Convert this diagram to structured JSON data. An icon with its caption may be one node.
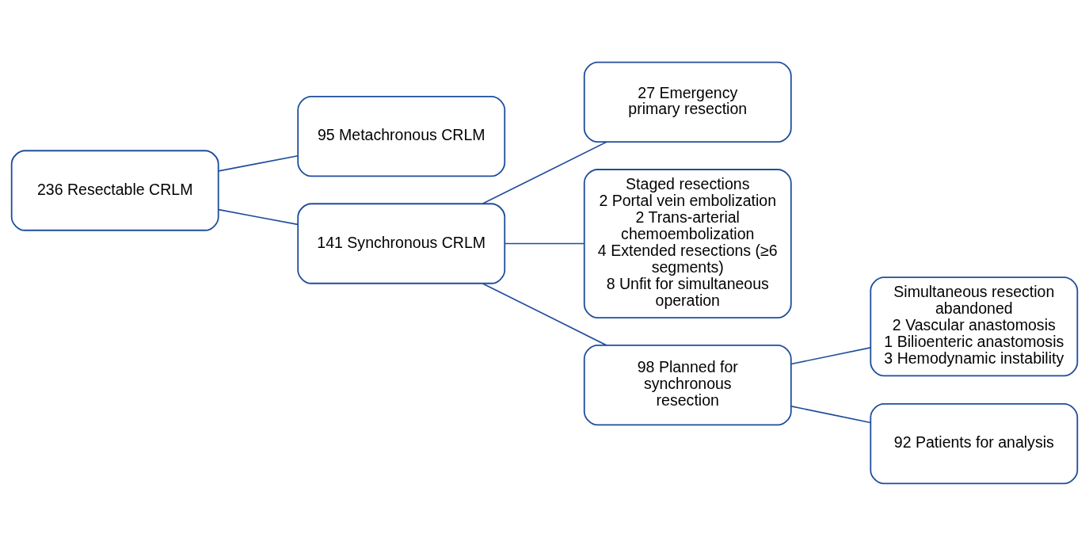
{
  "diagram": {
    "nodes": [
      {
        "text": [
          "236 Resectable CRLM"
        ]
      },
      {
        "text": [
          "95 Metachronous CRLM"
        ]
      },
      {
        "text": [
          "141 Synchronous CRLM"
        ]
      },
      {
        "text": [
          "27 Emergency primary resection"
        ]
      },
      {
        "text": [
          "Staged resections",
          "2 Portal vein embolization",
          "2 Trans-arterial chemoembolization",
          "4 Extended resections (≥6 segments)",
          "8 Unfit for simultaneous operation"
        ]
      },
      {
        "text": [
          "98 Planned for synchronous resection"
        ]
      },
      {
        "text": [
          "Simultaneous resection abandoned",
          "2 Vascular anastomosis",
          "1 Bilioenteric anastomosis",
          "3 Hemodynamic instability"
        ]
      },
      {
        "text": [
          "92 Patients for analysis"
        ]
      }
    ],
    "edges": [
      {
        "from": 0,
        "to": 1,
        "arrow": "none"
      },
      {
        "from": 0,
        "to": 2,
        "arrow": "none"
      },
      {
        "from": 2,
        "to": 3,
        "arrow": "none"
      },
      {
        "from": 2,
        "to": 4,
        "arrow": "none"
      },
      {
        "from": 2,
        "to": 5,
        "arrow": "none"
      },
      {
        "from": 5,
        "to": 6,
        "arrow": "none"
      },
      {
        "from": 5,
        "to": 7,
        "arrow": "none"
      }
    ]
  }
}
